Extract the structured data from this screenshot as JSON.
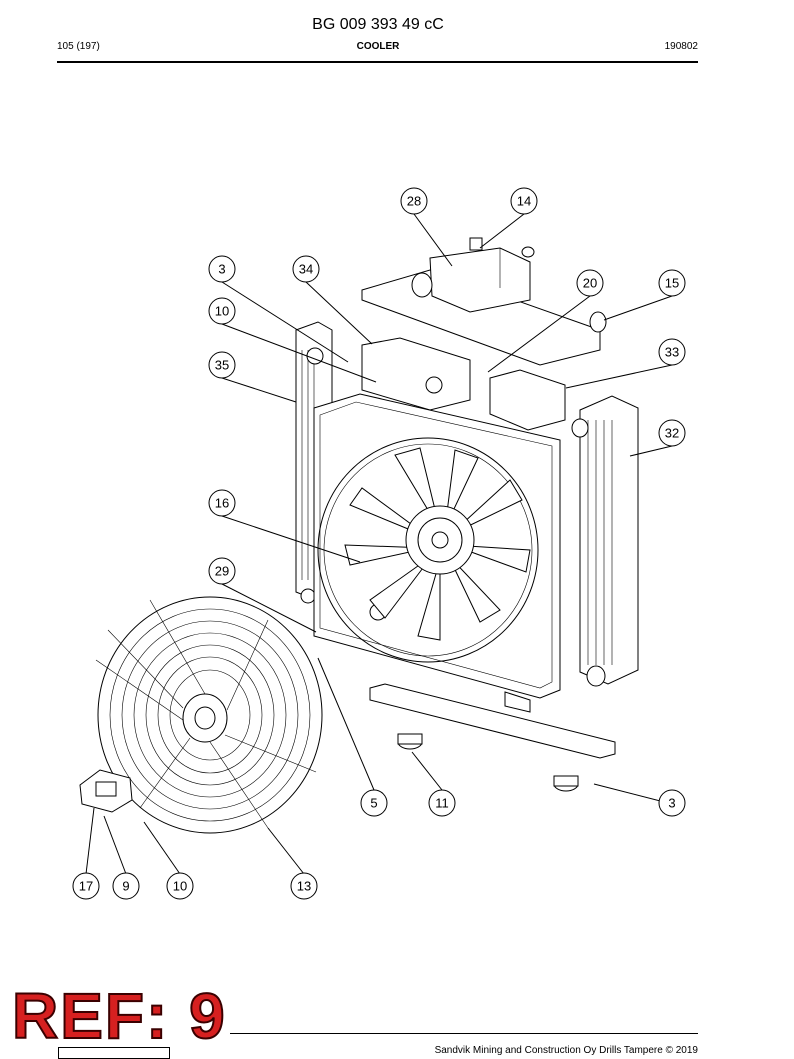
{
  "header": {
    "doc_code": "BG 009 393 49 cC",
    "page": "105 (197)",
    "section_title": "COOLER",
    "date_code": "190802"
  },
  "callouts": [
    {
      "id": "c28",
      "label": "28"
    },
    {
      "id": "c14",
      "label": "14"
    },
    {
      "id": "c3a",
      "label": "3"
    },
    {
      "id": "c34",
      "label": "34"
    },
    {
      "id": "c20",
      "label": "20"
    },
    {
      "id": "c15",
      "label": "15"
    },
    {
      "id": "c10a",
      "label": "10"
    },
    {
      "id": "c33",
      "label": "33"
    },
    {
      "id": "c35",
      "label": "35"
    },
    {
      "id": "c32",
      "label": "32"
    },
    {
      "id": "c16",
      "label": "16"
    },
    {
      "id": "c29",
      "label": "29"
    },
    {
      "id": "c5",
      "label": "5"
    },
    {
      "id": "c11",
      "label": "11"
    },
    {
      "id": "c3b",
      "label": "3"
    },
    {
      "id": "c17",
      "label": "17"
    },
    {
      "id": "c9",
      "label": "9"
    },
    {
      "id": "c10b",
      "label": "10"
    },
    {
      "id": "c13",
      "label": "13"
    }
  ],
  "stamp": {
    "text": "REF: 9"
  },
  "footer": {
    "copyright": "Sandvik Mining and Construction Oy Drills Tampere © 2019"
  }
}
